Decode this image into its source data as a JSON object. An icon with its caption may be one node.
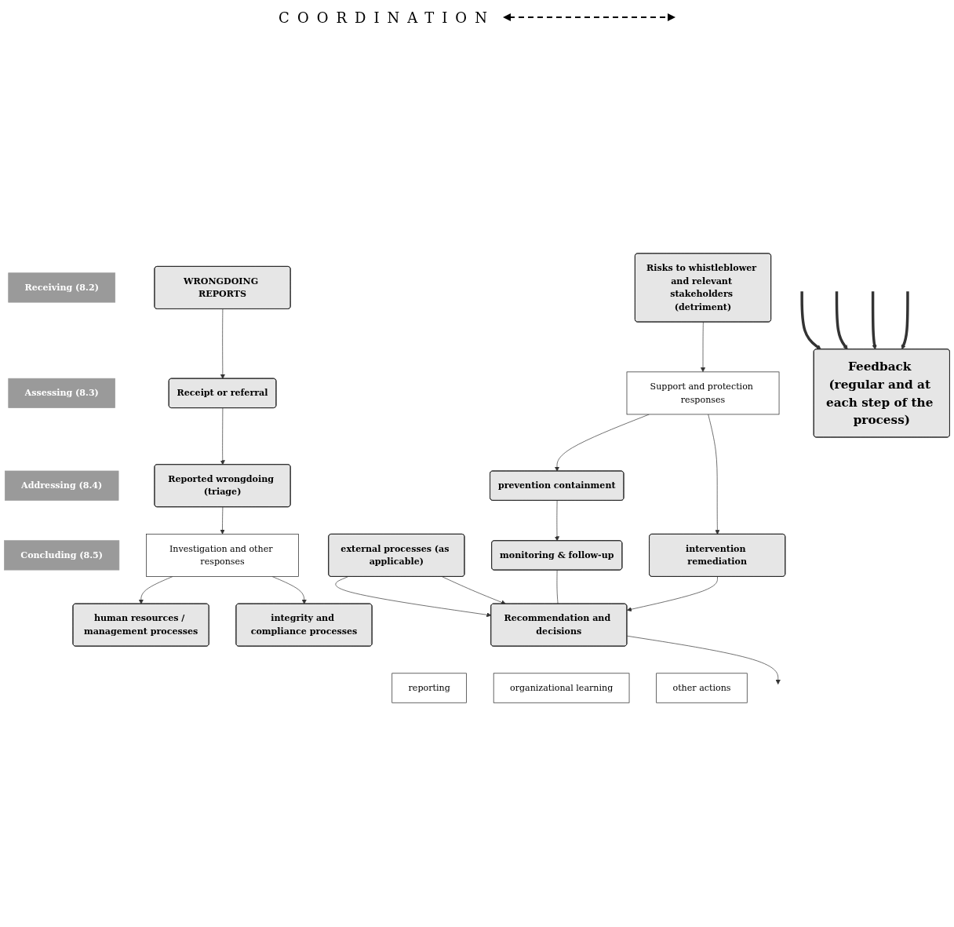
{
  "diagram": {
    "nodes": [
      {
        "text": [
          "Receiving (8.2)"
        ]
      },
      {
        "text": [
          "Assessing (8.3)"
        ]
      },
      {
        "text": [
          "Addressing (8.4)"
        ]
      },
      {
        "text": [
          "Concluding (8.5)"
        ]
      },
      {
        "text": [
          "WRONGDOING REPORTS"
        ]
      },
      {
        "text": [
          "Receipt or referral"
        ]
      },
      {
        "text": [
          "Reported wrongdoing (triage)"
        ]
      },
      {
        "text": [
          "Risks to whistleblower and relevant stakeholders (detriment)"
        ]
      },
      {
        "text": [
          "Investigation and other responses"
        ]
      },
      {
        "text": [
          "Support and protection responses"
        ]
      },
      {
        "text": [
          "human resources / management processes"
        ]
      },
      {
        "text": [
          "integrity and compliance processes"
        ]
      },
      {
        "text": [
          "prevention containment"
        ]
      },
      {
        "text": [
          "intervention remediation"
        ]
      },
      {
        "text": [
          "external processes (as applicable)"
        ]
      },
      {
        "text": [
          "monitoring & follow-up"
        ]
      },
      {
        "text": [
          "Recommendation and decisions"
        ]
      },
      {
        "text": [
          "reporting"
        ]
      },
      {
        "text": [
          "organizational learning"
        ]
      },
      {
        "text": [
          "other actions"
        ]
      },
      {
        "text": [
          "Feedback (regular and at each step of the process)"
        ]
      }
    ],
    "edges": [
      {
        "from": 4,
        "to": 5,
        "arrow": "to"
      },
      {
        "from": 5,
        "to": 6,
        "arrow": "to"
      },
      {
        "from": 6,
        "to": 8,
        "arrow": "to"
      },
      {
        "from": 7,
        "to": 9,
        "arrow": "to"
      },
      {
        "from": 8,
        "to": 10,
        "arrow": "to"
      },
      {
        "from": 8,
        "to": 11,
        "arrow": "to"
      },
      {
        "from": 9,
        "to": 12,
        "arrow": "to"
      },
      {
        "from": 9,
        "to": 13,
        "arrow": "to"
      },
      {
        "from": 14,
        "to": 16,
        "arrow": "to"
      },
      {
        "from": 14,
        "to": 16,
        "arrow": "to"
      },
      {
        "from": 12,
        "to": 15,
        "arrow": "to"
      },
      {
        "from": 15,
        "to": 16,
        "arrow": "none"
      },
      {
        "from": 13,
        "to": 16,
        "arrow": "to"
      },
      {
        "from": 16,
        "to": null,
        "arrow": "to"
      },
      {
        "from": null,
        "to": 20,
        "arrow": "to",
        "style": "thick"
      },
      {
        "from": null,
        "to": 20,
        "arrow": "to",
        "style": "thick"
      },
      {
        "from": null,
        "to": 20,
        "arrow": "to",
        "style": "thick"
      },
      {
        "from": null,
        "to": 20,
        "arrow": "to",
        "style": "thick"
      }
    ],
    "labels": [
      "COORDINATION"
    ]
  }
}
